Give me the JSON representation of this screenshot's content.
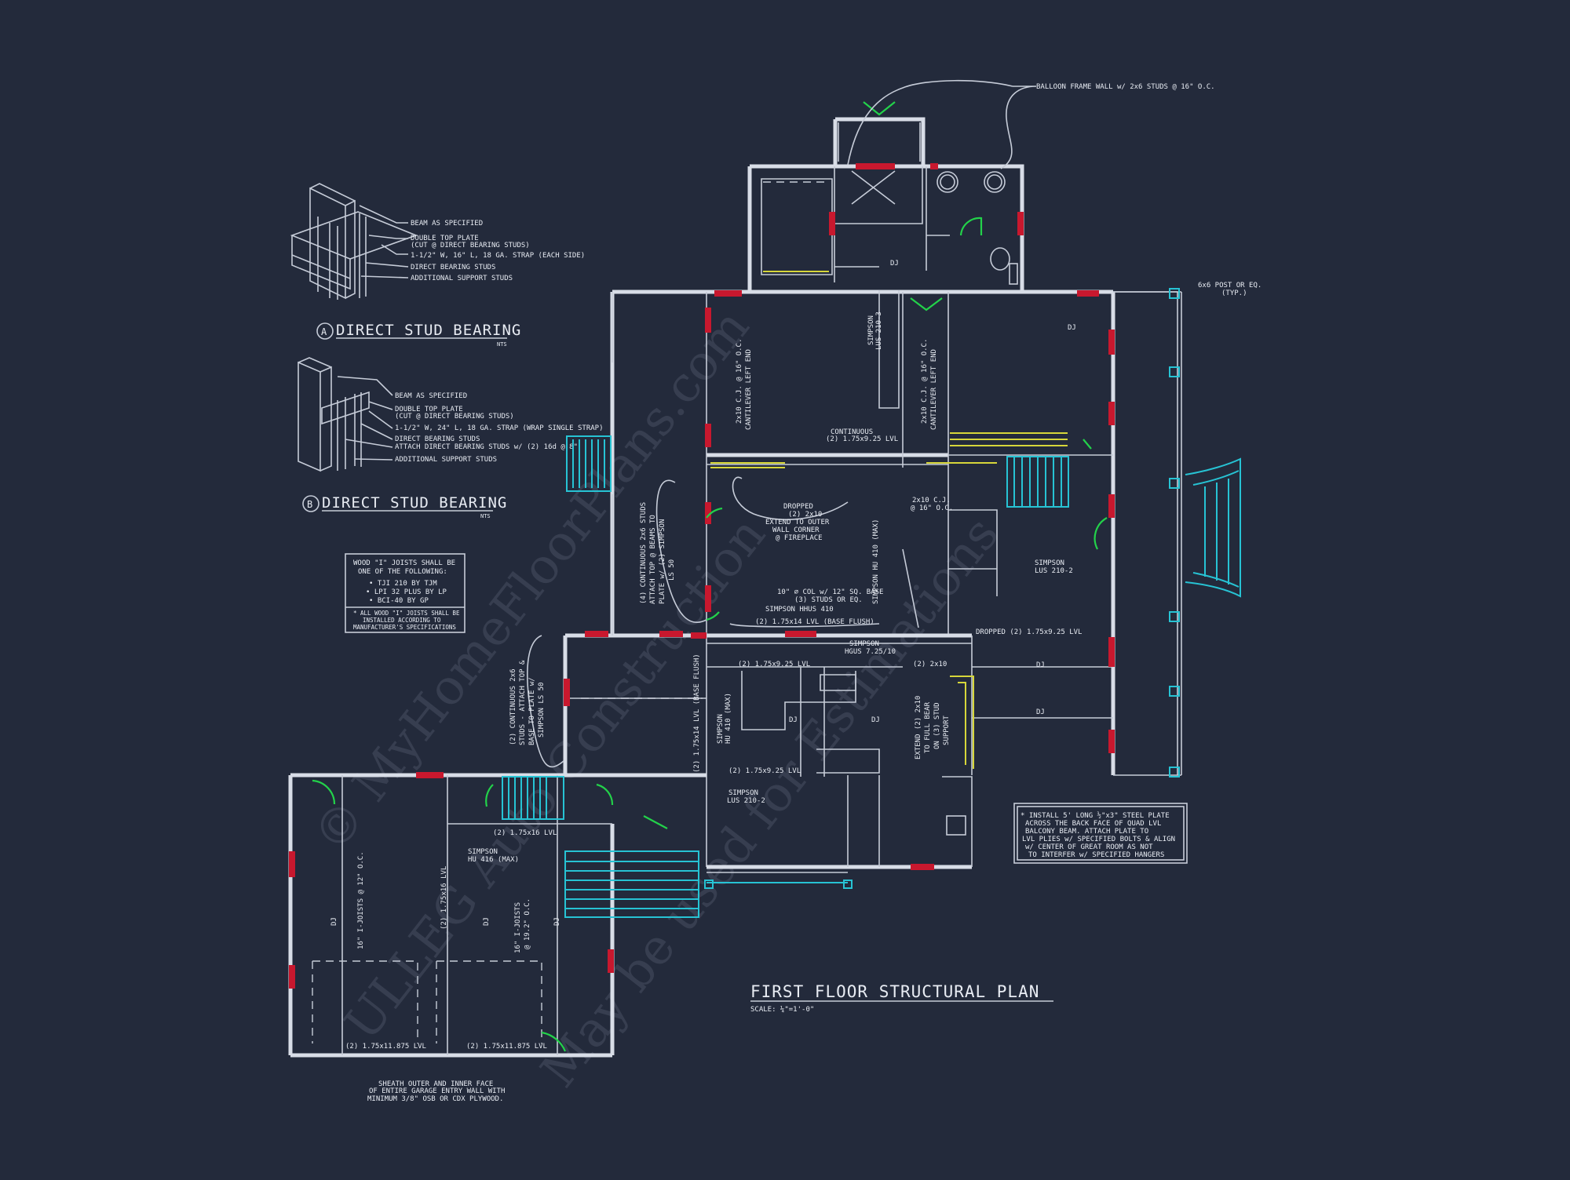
{
  "title": "FIRST FLOOR STRUCTURAL PLAN",
  "scale": "SCALE: ¼\"=1'-0\"",
  "watermark": [
    "© MyHomeFloorPlans.com",
    "ULLEG Auto Construction",
    "May be used for Estimations"
  ],
  "detail_a": {
    "marker": "A",
    "title": "DIRECT STUD BEARING",
    "nts": "NTS",
    "notes": [
      "BEAM AS SPECIFIED",
      "DOUBLE TOP PLATE",
      "(CUT @ DIRECT BEARING STUDS)",
      "1-1/2\" W, 16\" L, 18 GA. STRAP (EACH SIDE)",
      "DIRECT BEARING STUDS",
      "ADDITIONAL SUPPORT STUDS"
    ]
  },
  "detail_b": {
    "marker": "B",
    "title": "DIRECT STUD BEARING",
    "nts": "NTS",
    "notes": [
      "BEAM AS SPECIFIED",
      "DOUBLE TOP PLATE",
      "(CUT @ DIRECT BEARING STUDS)",
      "1-1/2\" W, 24\" L, 18 GA. STRAP (WRAP SINGLE STRAP)",
      "DIRECT BEARING STUDS",
      "ATTACH DIRECT BEARING STUDS w/ (2) 16d @ 8\"",
      "ADDITIONAL SUPPORT STUDS"
    ]
  },
  "joist_note": {
    "lines": [
      "WOOD \"I\" JOISTS SHALL BE",
      "ONE OF THE FOLLOWING:",
      "• TJI 210 BY TJM",
      "• LPI 32 PLUS BY LP",
      "• BCI-40 BY GP"
    ],
    "footer": [
      "* ALL WOOD \"I\" JOISTS SHALL BE",
      "INSTALLED ACCORDING TO",
      "MANUFACTURER'S SPECIFICATIONS"
    ]
  },
  "steel_note": [
    "* INSTALL 5' LONG ½\"x3\" STEEL PLATE",
    "ACROSS THE BACK FACE OF QUAD LVL",
    "BALCONY BEAM. ATTACH PLATE TO",
    "LVL PLIES w/ SPECIFIED BOLTS & ALIGN",
    "w/ CENTER OF GREAT ROOM AS NOT",
    "TO INTERFER w/ SPECIFIED HANGERS"
  ],
  "callouts": {
    "balloon": "BALLOON FRAME WALL w/ 2x6 STUDS @ 16\" O.C.",
    "post": [
      "6x6 POST OR EQ.",
      "(TYP.)"
    ],
    "garage_sheath": [
      "SHEATH OUTER AND INNER FACE",
      "OF ENTIRE GARAGE ENTRY WALL WITH",
      "MINIMUM 3/8\" OSB OR CDX PLYWOOD."
    ],
    "cj_left": [
      "2x10 C.J. @ 16\" O.C.",
      "CANTILEVER LEFT END"
    ],
    "cj_mid": [
      "2x10 C.J. @ 16\" O.C.",
      "CANTILEVER LEFT END"
    ],
    "cj_right": [
      "2x10 C.J.",
      "@ 16\" O.C."
    ],
    "continuous": [
      "CONTINUOUS",
      "(2) 1.75x9.25 LVL"
    ],
    "simpson_lus": [
      "SIMPSON",
      "LUS 210-3"
    ],
    "dropped_fp": [
      "DROPPED",
      "(2) 2x10",
      "EXTEND TO OUTER",
      "WALL CORNER",
      "@ FIREPLACE"
    ],
    "col": [
      "10\" ∅ COL w/ 12\" SQ. BASE",
      "(3) STUDS OR EQ."
    ],
    "hhus": "SIMPSON HHUS 410",
    "lvl_base": "(2) 1.75x14 LVL (BASE FLUSH)",
    "hgus": [
      "SIMPSON",
      "HGUS 7.25/10"
    ],
    "lvl_925a": "(2) 1.75x9.25 LVL",
    "lvl_925b": "(2) 1.75x9.25 LVL",
    "lvl_925c": "(2) 1.75x9.25 LVL",
    "lvl_1475": "(2) 1.75x14 LVL (BASE FLUSH)",
    "hu410": [
      "SIMPSON",
      "HU 410 (MAX)"
    ],
    "lus210_2": [
      "SIMPSON",
      "LUS 210-2"
    ],
    "lus210_2b": [
      "SIMPSON",
      "LUS 210-2"
    ],
    "dropped_right": "DROPPED (2) 1.75x9.25 LVL",
    "cont_2x6_left": [
      "(4) CONTINUOUS 2x6 STUDS",
      "ATTACH TOP @ BEAMS TO",
      "PLATE w/ (2) SIMPSON",
      "LS 50"
    ],
    "cont_2x6_lower": [
      "(2) CONTINUOUS 2x6",
      "STUDS - ATTACH TOP &",
      "BASE TO PLATE w/",
      "SIMPSON LS 50"
    ],
    "extend": [
      "EXTEND (2) 2x10",
      "TO FULL BEAR",
      "ON (3) STUD",
      "SUPPORT"
    ],
    "garage_lvl_a": "(2) 1.75x11.875 LVL",
    "garage_lvl_b": "(2) 1.75x11.875 LVL",
    "garage_lvl_c": "(2) 1.75x16 LVL",
    "garage_hu": [
      "SIMPSON",
      "HU 416 (MAX)"
    ],
    "ijoist_a": [
      "16\" I-JOISTS @ 12\" O.C."
    ],
    "ijoist_b": [
      "16\" I-JOISTS",
      "@ 19.2\" O.C."
    ],
    "lvl_garage_v": "(2) 1.75x16 LVL",
    "twox10": "(2) 2x10",
    "hu410max": "SIMPSON HU 410 (MAX)",
    "dj": "DJ"
  }
}
